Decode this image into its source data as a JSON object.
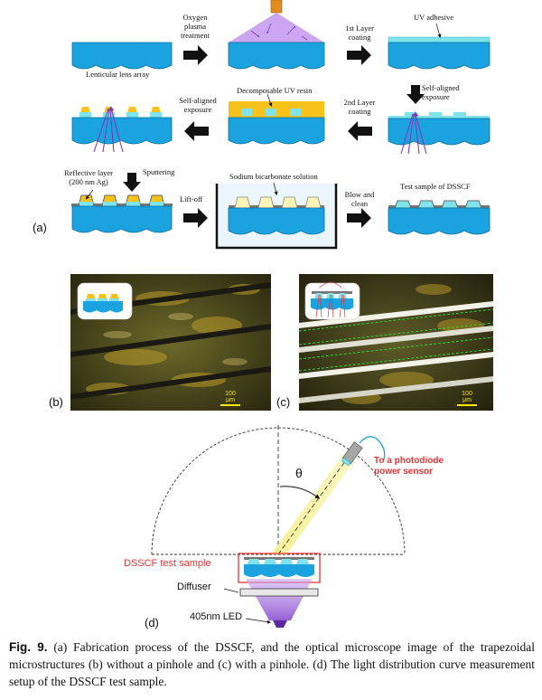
{
  "panel_a": {
    "label": "(a)",
    "lens_label": "Lenticular lens array",
    "step_oxygen": "Oxygen plasma treatment",
    "step_first_layer": "1st Layer coating",
    "uv_adhesive": "UV adhesive",
    "self_aligned_1": "Self-aligned exposure",
    "step_second_layer": "2nd Layer coating",
    "uv_resin": "Decomposable UV resin",
    "self_aligned_2": "Self-aligned exposure",
    "reflective_layer": "Reflective layer (200 nm Ag)",
    "sputtering": "Sputtering",
    "lift_off": "Lift-off",
    "sodium": "Sodium bicarbonate solution",
    "blow_clean": "Blow and clean",
    "test_sample": "Test sample of DSSCF"
  },
  "panel_b": {
    "label": "(b)",
    "scale": "100 μm"
  },
  "panel_c": {
    "label": "(c)",
    "scale": "100 μm"
  },
  "panel_d": {
    "label": "(d)",
    "theta": "θ",
    "photodiode": "To a photodiode power sensor",
    "dsscf_sample": "DSSCF test sample",
    "diffuser": "Diffuser",
    "led": "405nm LED"
  },
  "caption": {
    "fig": "Fig. 9.",
    "text": "(a) Fabrication process of the DSSCF, and the optical microscope image of the trapezoidal microstructures (b) without a pinhole and (c) with a pinhole. (d) The light distribution curve measurement setup of the DSSCF test sample."
  },
  "colors": {
    "lens_blue": "#1aa3de",
    "resin_yellow": "#f7c21a",
    "adhesive_cyan": "#7fe3ec",
    "plasma_purple": "#c79cf0",
    "red": "#e53333"
  }
}
